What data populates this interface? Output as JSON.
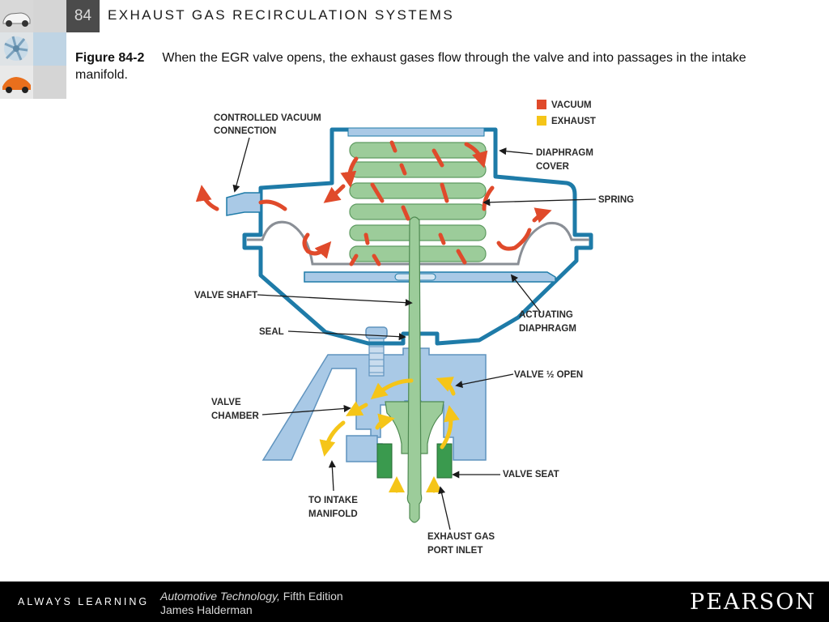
{
  "header": {
    "chapter_number": "84",
    "chapter_title": "EXHAUST GAS RECIRCULATION SYSTEMS"
  },
  "caption": {
    "figure_number": "Figure 84-2",
    "text": "When the EGR valve opens, the exhaust gases flow through the valve and into passages in the intake manifold."
  },
  "legend": [
    {
      "label": "VACUUM",
      "color": "#e04a2b"
    },
    {
      "label": "EXHAUST",
      "color": "#f5c518"
    }
  ],
  "labels": {
    "controlled_vacuum_1": "CONTROLLED VACUUM",
    "controlled_vacuum_2": "CONNECTION",
    "diaphragm_cover_1": "DIAPHRAGM",
    "diaphragm_cover_2": "COVER",
    "spring": "SPRING",
    "valve_shaft": "VALVE SHAFT",
    "actuating_diaphragm_1": "ACTUATING",
    "actuating_diaphragm_2": "DIAPHRAGM",
    "seal": "SEAL",
    "valve_half_open": "VALVE ½ OPEN",
    "valve_chamber_1": "VALVE",
    "valve_chamber_2": "CHAMBER",
    "valve_seat": "VALVE SEAT",
    "to_intake_1": "TO INTAKE",
    "to_intake_2": "MANIFOLD",
    "exhaust_port_1": "EXHAUST GAS",
    "exhaust_port_2": "PORT INLET"
  },
  "colors": {
    "housing_outline": "#1e7ba8",
    "housing_fill": "#a9c9e6",
    "spring": "#9ccc9a",
    "valve_seat": "#3a9a4e",
    "vacuum": "#e04a2b",
    "exhaust": "#f5c518"
  },
  "footer": {
    "tagline": "ALWAYS LEARNING",
    "book_title": "Automotive Technology,",
    "edition": "Fifth Edition",
    "author": "James Halderman",
    "publisher": "PEARSON"
  }
}
